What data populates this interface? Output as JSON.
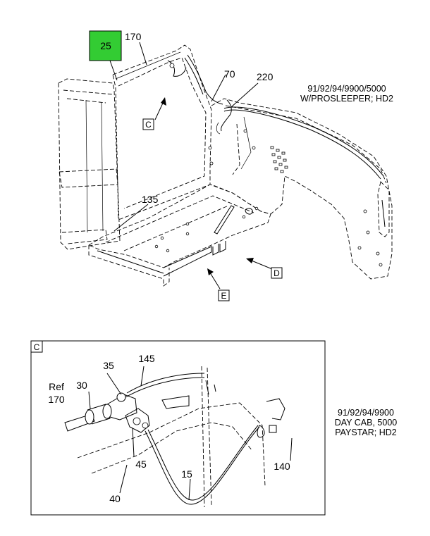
{
  "diagram": {
    "top_view": {
      "callouts": [
        {
          "id": "c-170",
          "text": "170"
        },
        {
          "id": "c-70",
          "text": "70"
        },
        {
          "id": "c-220",
          "text": "220"
        },
        {
          "id": "c-135",
          "text": "135"
        }
      ],
      "highlighted_callout": {
        "text": "25",
        "color": "#33cc33"
      },
      "view_refs": [
        {
          "id": "view-c",
          "text": "C"
        },
        {
          "id": "view-d",
          "text": "D"
        },
        {
          "id": "view-e",
          "text": "E"
        }
      ],
      "applicability": [
        "91/92/94/9900/5000",
        "W/PROSLEEPER; HD2"
      ]
    },
    "detail_c": {
      "frame_label": "C",
      "callouts": [
        {
          "id": "c-ref",
          "text": "Ref"
        },
        {
          "id": "c-ref170",
          "text": "170"
        },
        {
          "id": "c-30",
          "text": "30"
        },
        {
          "id": "c-35",
          "text": "35"
        },
        {
          "id": "c-145",
          "text": "145"
        },
        {
          "id": "c-45",
          "text": "45"
        },
        {
          "id": "c-40",
          "text": "40"
        },
        {
          "id": "c-15",
          "text": "15"
        },
        {
          "id": "c-140",
          "text": "140"
        }
      ],
      "applicability": [
        "91/92/94/9900",
        "DAY CAB, 5000",
        "PAYSTAR; HD2"
      ]
    }
  }
}
